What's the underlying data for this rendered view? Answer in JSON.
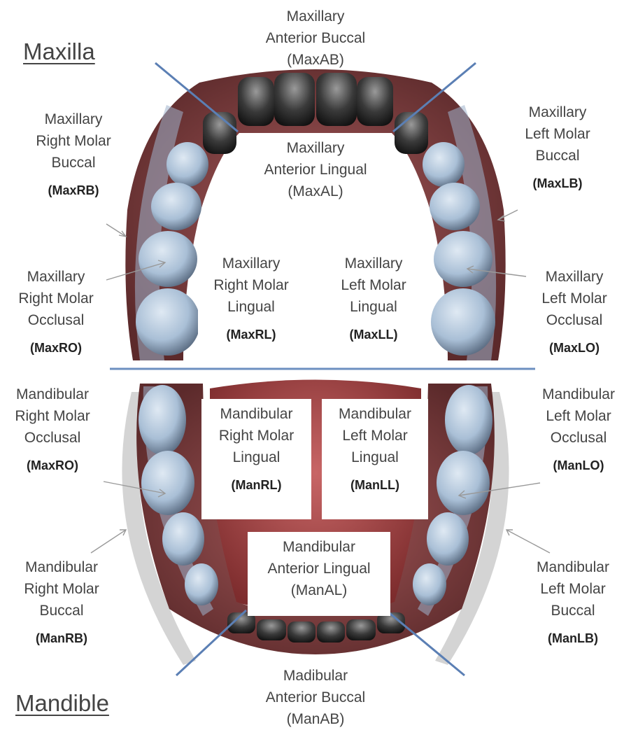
{
  "titles": {
    "upper": "Maxilla",
    "lower": "Mandible"
  },
  "regions": {
    "max_ab": {
      "lines": [
        "Maxillary",
        "Anterior Buccal",
        "(MaxAB)"
      ]
    },
    "max_al": {
      "lines": [
        "Maxillary",
        "Anterior Lingual",
        "(MaxAL)"
      ]
    },
    "max_rb": {
      "lines": [
        "Maxillary",
        "Right Molar",
        "Buccal"
      ],
      "code": "(MaxRB)"
    },
    "max_lb": {
      "lines": [
        "Maxillary",
        "Left Molar",
        "Buccal"
      ],
      "code": "(MaxLB)"
    },
    "max_ro": {
      "lines": [
        "Maxillary",
        "Right Molar",
        "Occlusal"
      ],
      "code": "(MaxRO)"
    },
    "max_lo": {
      "lines": [
        "Maxillary",
        "Left Molar",
        "Occlusal"
      ],
      "code": "(MaxLO)"
    },
    "max_rl": {
      "lines": [
        "Maxillary",
        "Right Molar",
        "Lingual"
      ],
      "code": "(MaxRL)"
    },
    "max_ll": {
      "lines": [
        "Maxillary",
        "Left Molar",
        "Lingual"
      ],
      "code": "(MaxLL)"
    },
    "man_ro": {
      "lines": [
        "Mandibular",
        "Right Molar",
        "Occlusal"
      ],
      "code": "(MaxRO)"
    },
    "man_lo": {
      "lines": [
        "Mandibular",
        "Left Molar",
        "Occlusal"
      ],
      "code": "(ManLO)"
    },
    "man_rl": {
      "lines": [
        "Mandibular",
        "Right Molar",
        "Lingual"
      ],
      "code": "(ManRL)"
    },
    "man_ll": {
      "lines": [
        "Mandibular",
        "Left Molar",
        "Lingual"
      ],
      "code": "(ManLL)"
    },
    "man_al": {
      "lines": [
        "Mandibular",
        "Anterior Lingual",
        "(ManAL)"
      ]
    },
    "man_rb": {
      "lines": [
        "Mandibular",
        "Right Molar",
        "Buccal"
      ],
      "code": "(ManRB)"
    },
    "man_lb": {
      "lines": [
        "Mandibular",
        "Left Molar",
        "Buccal"
      ],
      "code": "(ManLB)"
    },
    "man_ab": {
      "lines": [
        "Madibular",
        "Anterior Buccal",
        "(ManAB)"
      ]
    }
  },
  "colors": {
    "divider": "#6c8fc0",
    "gum": "#7a3a3c",
    "tooth_blue": "#a9bfd6",
    "tooth_dark": "#3a3a3a",
    "tongue": "#b24a4a",
    "arc_gray": "#d4d4d4"
  }
}
